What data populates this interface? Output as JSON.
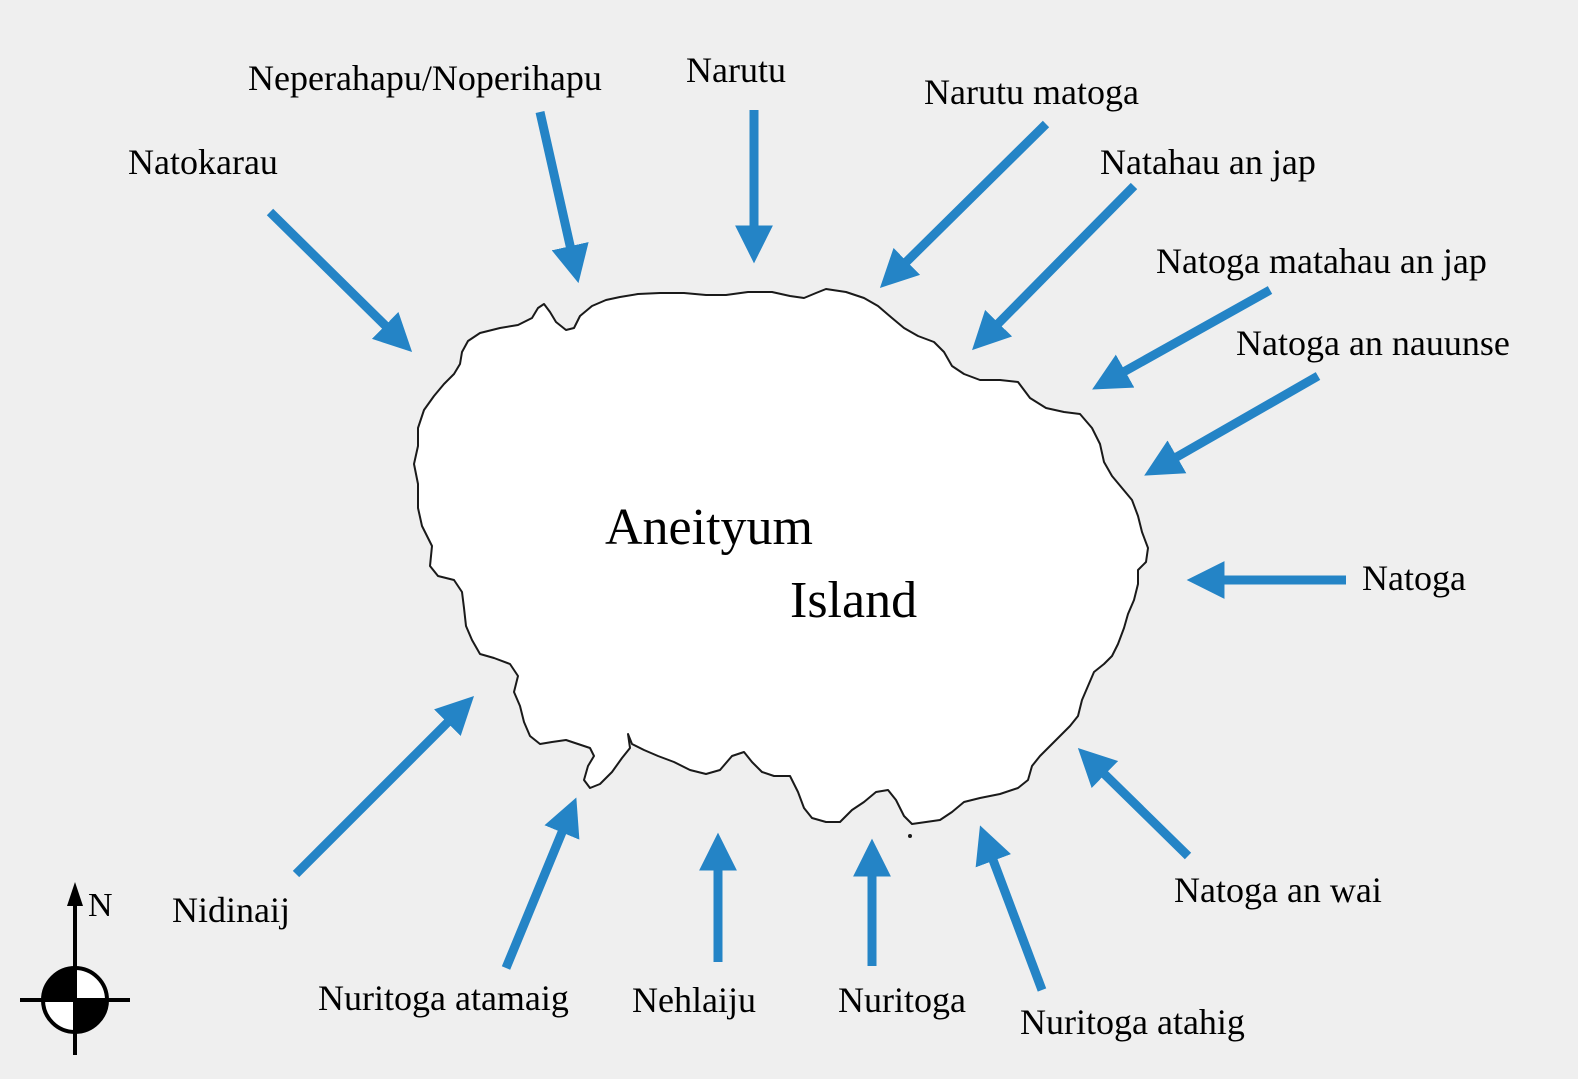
{
  "island": {
    "name_line1": "Aneityum",
    "name_line2": "Island"
  },
  "compass": {
    "north_label": "N"
  },
  "arrow_color": "#2484c6",
  "winds": [
    {
      "id": "natokarau",
      "label": "Natokarau"
    },
    {
      "id": "neperahapu",
      "label": "Neperahapu/Noperihapu"
    },
    {
      "id": "narutu",
      "label": "Narutu"
    },
    {
      "id": "narutu-matoga",
      "label": "Narutu matoga"
    },
    {
      "id": "natahau-an-jap",
      "label": "Natahau an jap"
    },
    {
      "id": "natoga-matahau-an-jap",
      "label": "Natoga matahau an jap"
    },
    {
      "id": "natoga-an-nauunse",
      "label": "Natoga an nauunse"
    },
    {
      "id": "natoga",
      "label": "Natoga"
    },
    {
      "id": "natoga-an-wai",
      "label": "Natoga an wai"
    },
    {
      "id": "nuritoga-atahig",
      "label": "Nuritoga atahig"
    },
    {
      "id": "nuritoga",
      "label": "Nuritoga"
    },
    {
      "id": "nehlaiju",
      "label": "Nehlaiju"
    },
    {
      "id": "nuritoga-atamaig",
      "label": "Nuritoga atamaig"
    },
    {
      "id": "nidinaij",
      "label": "Nidinaij"
    }
  ]
}
